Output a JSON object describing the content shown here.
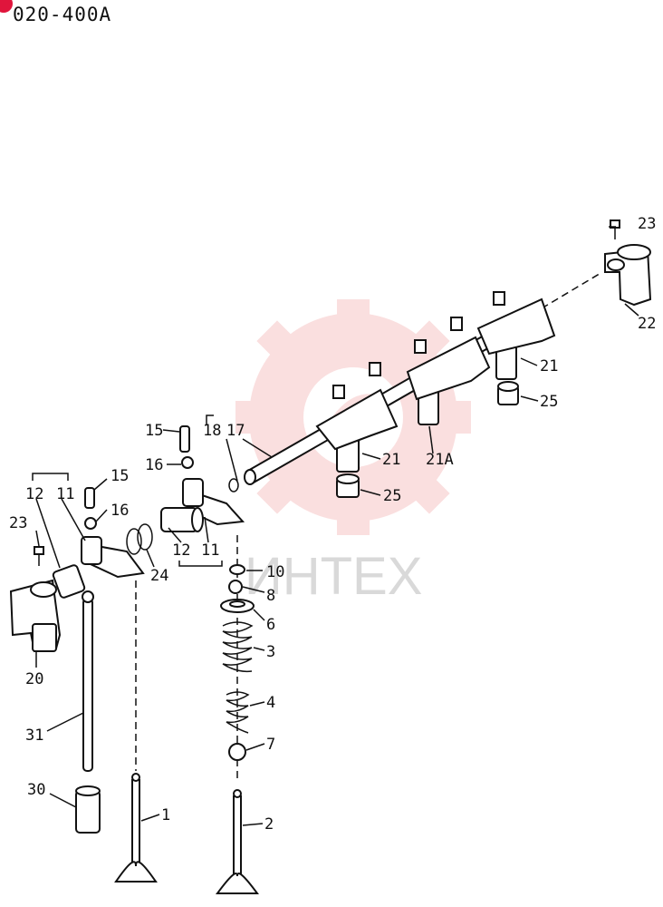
{
  "diagram": {
    "code": "020-400A",
    "watermark": "ИНТЕХ",
    "callouts": [
      {
        "id": "23a",
        "text": "23"
      },
      {
        "id": "22",
        "text": "22"
      },
      {
        "id": "21a",
        "text": "21"
      },
      {
        "id": "25a",
        "text": "25"
      },
      {
        "id": "21b",
        "text": "21"
      },
      {
        "id": "21A",
        "text": "21A"
      },
      {
        "id": "25b",
        "text": "25"
      },
      {
        "id": "15a",
        "text": "15"
      },
      {
        "id": "18",
        "text": "18"
      },
      {
        "id": "17",
        "text": "17"
      },
      {
        "id": "16a",
        "text": "16"
      },
      {
        "id": "15b",
        "text": "15"
      },
      {
        "id": "16b",
        "text": "16"
      },
      {
        "id": "12a",
        "text": "12"
      },
      {
        "id": "11a",
        "text": "11"
      },
      {
        "id": "23b",
        "text": "23"
      },
      {
        "id": "12b",
        "text": "12"
      },
      {
        "id": "11b",
        "text": "11"
      },
      {
        "id": "24",
        "text": "24"
      },
      {
        "id": "10",
        "text": "10"
      },
      {
        "id": "8",
        "text": "8"
      },
      {
        "id": "6",
        "text": "6"
      },
      {
        "id": "3",
        "text": "3"
      },
      {
        "id": "20",
        "text": "20"
      },
      {
        "id": "4",
        "text": "4"
      },
      {
        "id": "31",
        "text": "31"
      },
      {
        "id": "7",
        "text": "7"
      },
      {
        "id": "30",
        "text": "30"
      },
      {
        "id": "1",
        "text": "1"
      },
      {
        "id": "2",
        "text": "2"
      }
    ]
  }
}
